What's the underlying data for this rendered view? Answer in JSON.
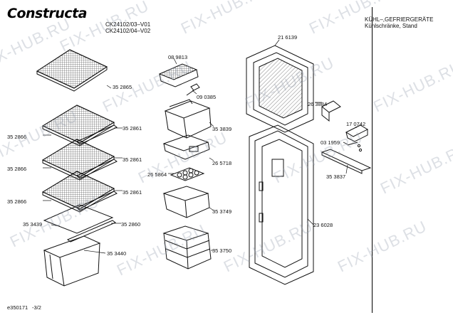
{
  "brand": "Constructa",
  "header": {
    "model_1": "CK24102/03–V01",
    "model_2": "CK24102/04–V02",
    "category_1": "KÜHL–,GEFRIERGERÄTE",
    "category_2": "Kühlschränke, Stand"
  },
  "footer": {
    "doc_id": "e350171",
    "page": "-3/2"
  },
  "watermark": "FIX-HUB.RU",
  "parts": {
    "p352865": "35 2865",
    "p352861_a": "35 2861",
    "p352866_a": "35 2866",
    "p352861_b": "35 2861",
    "p352866_b": "35 2866",
    "p352861_c": "35 2861",
    "p352866_c": "35 2866",
    "p353439": "35 3439",
    "p352860": "35 2860",
    "p353440": "35 3440",
    "p089813": "08 9813",
    "p090385": "09 0385",
    "p353839": "35 3839",
    "p265718": "26 5718",
    "p265864": "26 5864",
    "p353749": "35 3749",
    "p353750": "35 3750",
    "p216139": "21 6139",
    "p263884": "26 3884",
    "p170742": "17 0742",
    "p031959": "03 1959",
    "p353837": "35 3837",
    "p236028": "23 6028"
  }
}
